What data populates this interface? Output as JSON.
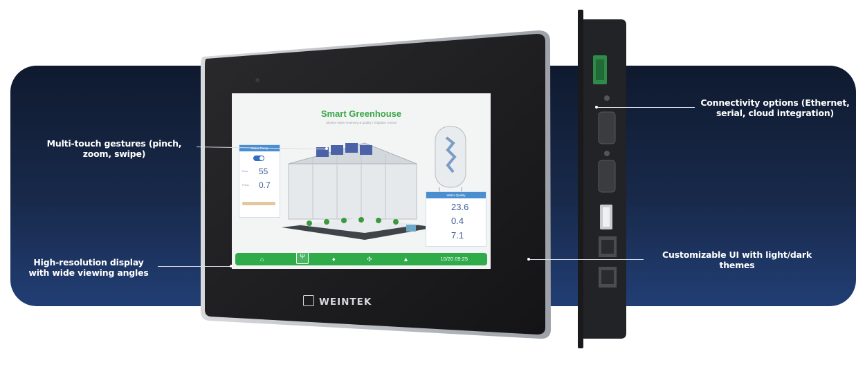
{
  "callouts": {
    "multitouch": "Multi-touch gestures (pinch,\nzoom, swipe)",
    "resolution": "High-resolution display\nwith wide viewing angles",
    "connectivity": "Connectivity options (Ethernet,\nserial, cloud integration)",
    "customizable": "Customizable UI with light/dark\nthemes"
  },
  "hmi_screen": {
    "title": "Smart Greenhouse",
    "subtitle": "Monitor water inventory & quality / Irrigation control",
    "pump_panel": {
      "header": "Water Pump",
      "value1": "55",
      "value2": "0.7"
    },
    "quality_panel": {
      "header": "Water Quality",
      "value1": "23.6",
      "value2": "0.4",
      "value3": "7.1"
    },
    "nav": {
      "time": "10/20  09:25"
    }
  },
  "brand": "WEINTEK",
  "colors": {
    "banner_dark": "#0f1a2f",
    "banner_light": "#213e74",
    "accent_green": "#2fab4a",
    "title_green": "#39a646",
    "panel_blue": "#4a8ed0"
  },
  "icons": [
    "home-icon",
    "plant-icon",
    "drop-icon",
    "fan-icon",
    "alarm-icon"
  ]
}
